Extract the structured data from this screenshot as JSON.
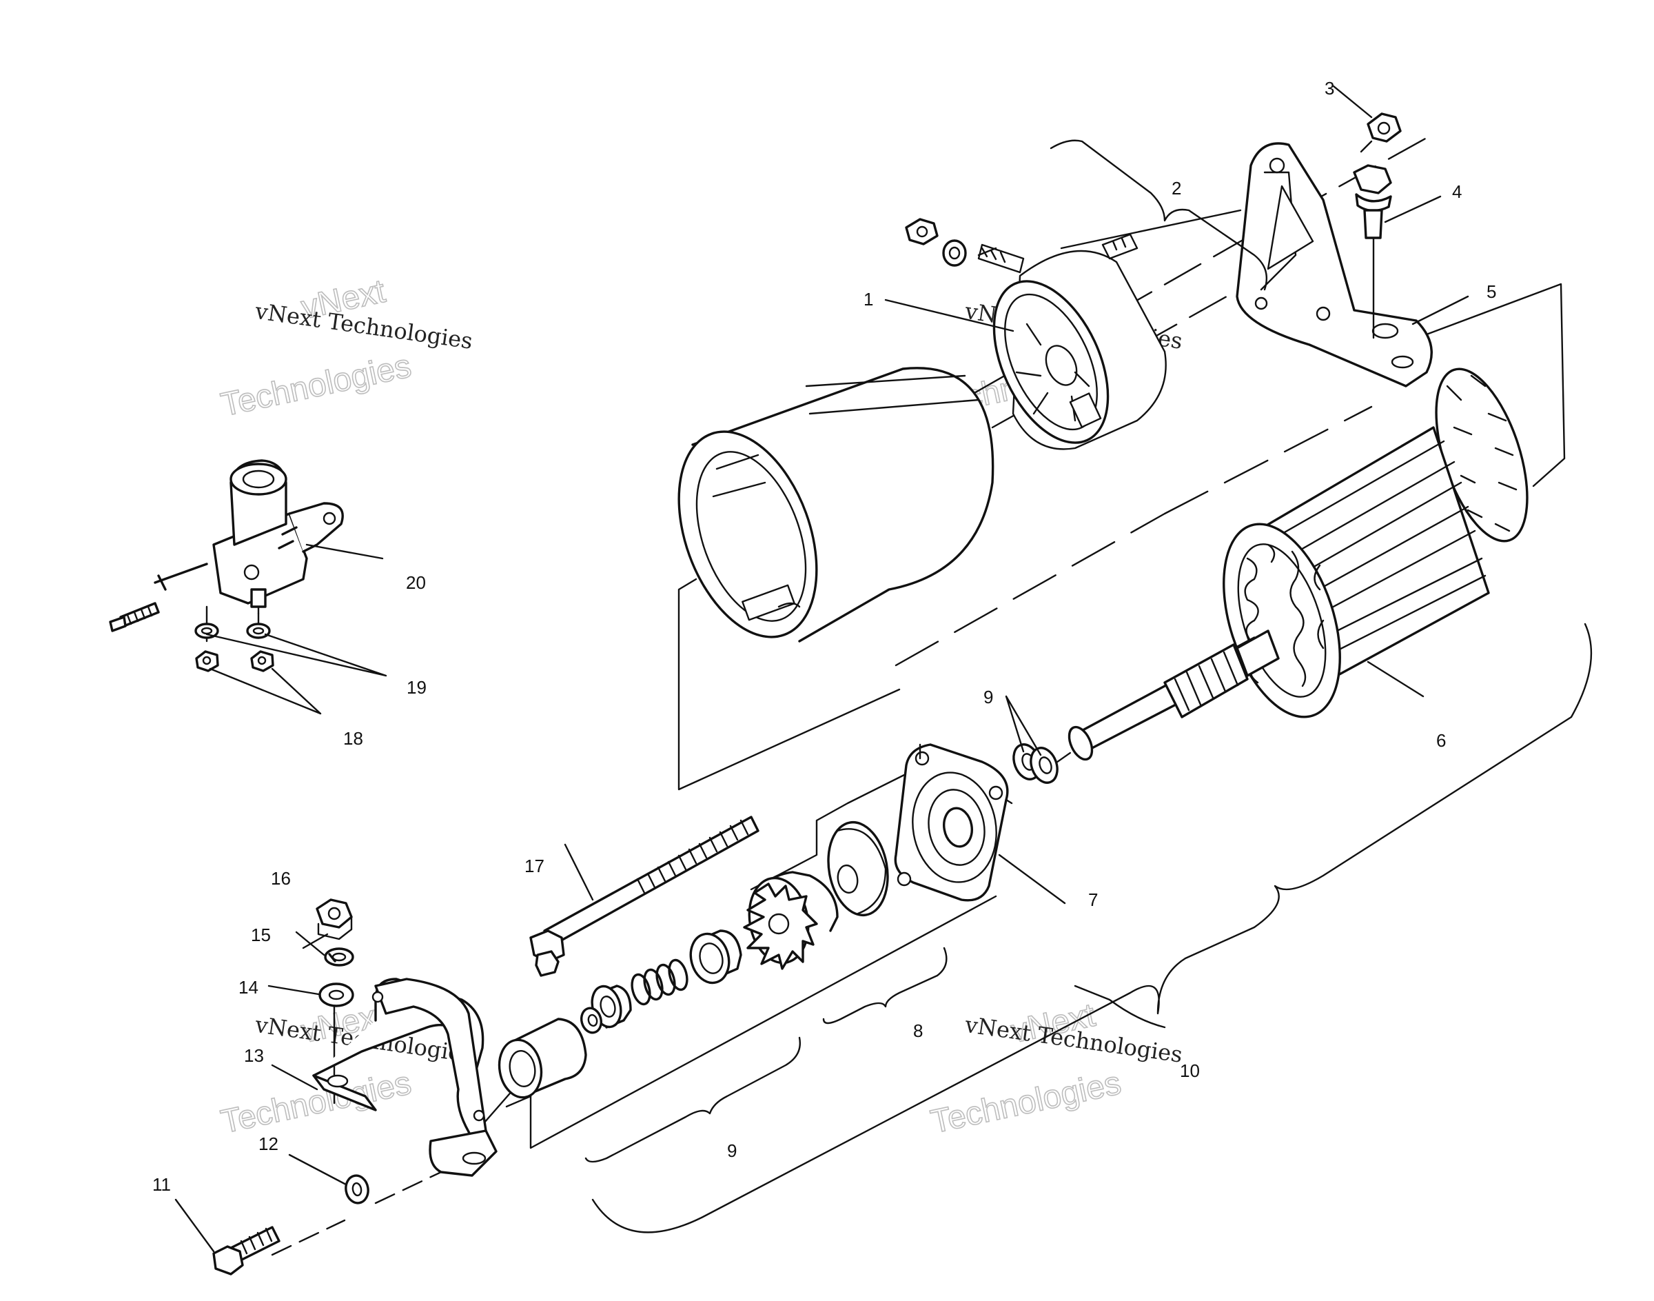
{
  "labels": {
    "l1": "1",
    "l2": "2",
    "l3": "3",
    "l4": "4",
    "l5": "5",
    "l6": "6",
    "l7": "7",
    "l8": "8",
    "l9a": "9",
    "l9b": "9",
    "l10": "10",
    "l11": "11",
    "l12": "12",
    "l13": "13",
    "l14": "14",
    "l15": "15",
    "l16": "16",
    "l17": "17",
    "l18": "18",
    "l19": "19",
    "l20": "20"
  },
  "watermark": {
    "brand": "vNext",
    "company": "vNext Technologies",
    "word": "Technologies"
  },
  "colors": {
    "ink": "#111111",
    "watermark": "#bdbdbd",
    "paper": "#ffffff"
  }
}
